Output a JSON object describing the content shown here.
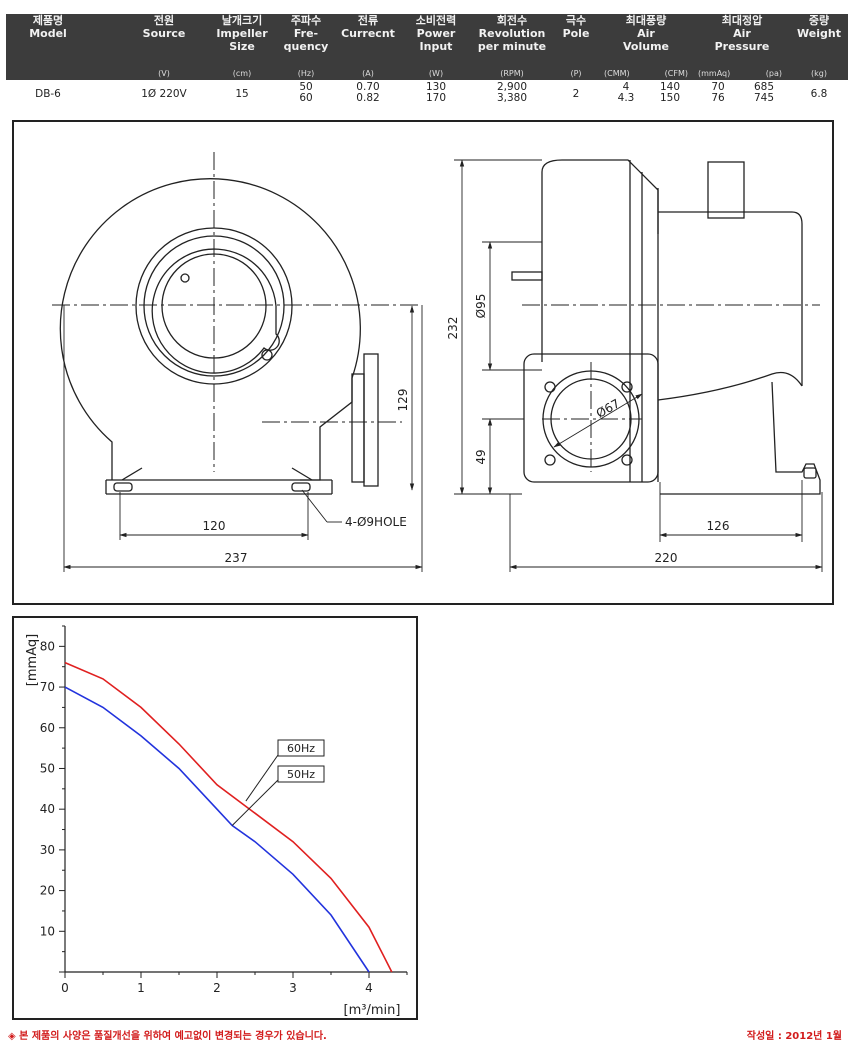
{
  "table": {
    "header": {
      "model": {
        "ko": "제품명",
        "en": "Model"
      },
      "source": {
        "ko": "전원",
        "en": "Source",
        "unit": "(V)"
      },
      "impeller": {
        "ko": "날개크기",
        "en1": "Impeller",
        "en2": "Size",
        "unit": "(cm)"
      },
      "frequency": {
        "ko": "주파수",
        "en1": "Fre-",
        "en2": "quency",
        "unit": "(Hz)"
      },
      "current": {
        "ko": "전류",
        "en": "Currecnt",
        "unit": "(A)"
      },
      "power": {
        "ko": "소비전력",
        "en1": "Power",
        "en2": "Input",
        "unit": "(W)"
      },
      "revolution": {
        "ko": "회전수",
        "en1": "Revolution",
        "en2": "per minute",
        "unit": "(RPM)"
      },
      "pole": {
        "ko": "극수",
        "en": "Pole",
        "unit": "(P)"
      },
      "air_volume": {
        "ko": "최대풍량",
        "en1": "Air",
        "en2": "Volume",
        "unit1": "(CMM)",
        "unit2": "(CFM)"
      },
      "air_pressure": {
        "ko": "최대정압",
        "en1": "Air",
        "en2": "Pressure",
        "unit1": "(mmAq)",
        "unit2": "(pa)"
      },
      "weight": {
        "ko": "중량",
        "en": "Weight",
        "unit": "(kg)"
      }
    },
    "row": {
      "model": "DB-6",
      "source": "1Ø 220V",
      "impeller": "15",
      "frequency": [
        "50",
        "60"
      ],
      "current": [
        "0.70",
        "0.82"
      ],
      "power": [
        "130",
        "170"
      ],
      "revolution": [
        "2,900",
        "3,380"
      ],
      "pole": "2",
      "cmm": [
        "4",
        "4.3"
      ],
      "cfm": [
        "140",
        "150"
      ],
      "mmaq": [
        "70",
        "76"
      ],
      "pa": [
        "685",
        "745"
      ],
      "weight": "6.8"
    }
  },
  "drawing": {
    "hole_label": "4-Ø9HOLE",
    "front": {
      "dim_bolt_span": "120",
      "dim_width": "237",
      "dim_center_height": "129"
    },
    "side": {
      "dim_height": "232",
      "dim_inlet_dia": "Ø95",
      "dim_flange_dia": "Ø67",
      "dim_outlet_height": "49",
      "dim_bolt_span": "126",
      "dim_width": "220"
    }
  },
  "chart_data": {
    "type": "line",
    "title": "",
    "xlabel": "[m³/min]",
    "ylabel": "[mmAq]",
    "xlim": [
      0,
      4.5
    ],
    "ylim": [
      0,
      85
    ],
    "xticks": [
      "0",
      "1",
      "2",
      "3",
      "4"
    ],
    "yticks": [
      "10",
      "20",
      "30",
      "40",
      "50",
      "60",
      "70",
      "80"
    ],
    "series": [
      {
        "name": "60Hz",
        "color": "#e02020",
        "x": [
          0,
          0.5,
          1,
          1.5,
          2,
          2.5,
          3,
          3.5,
          4,
          4.3
        ],
        "y": [
          76,
          72,
          65,
          56,
          46,
          39,
          32,
          23,
          11,
          0
        ]
      },
      {
        "name": "50Hz",
        "color": "#2233dd",
        "x": [
          0,
          0.5,
          1,
          1.5,
          2,
          2.2,
          2.5,
          3,
          3.5,
          4
        ],
        "y": [
          70,
          65,
          58,
          50,
          40,
          36,
          32,
          24,
          14,
          0
        ]
      }
    ]
  },
  "footer": {
    "note": "◈ 본 제품의 사양은 품질개선을 위하여 예고없이 변경되는 경우가 있습니다.",
    "date": "작성일 : 2012년 1월"
  }
}
